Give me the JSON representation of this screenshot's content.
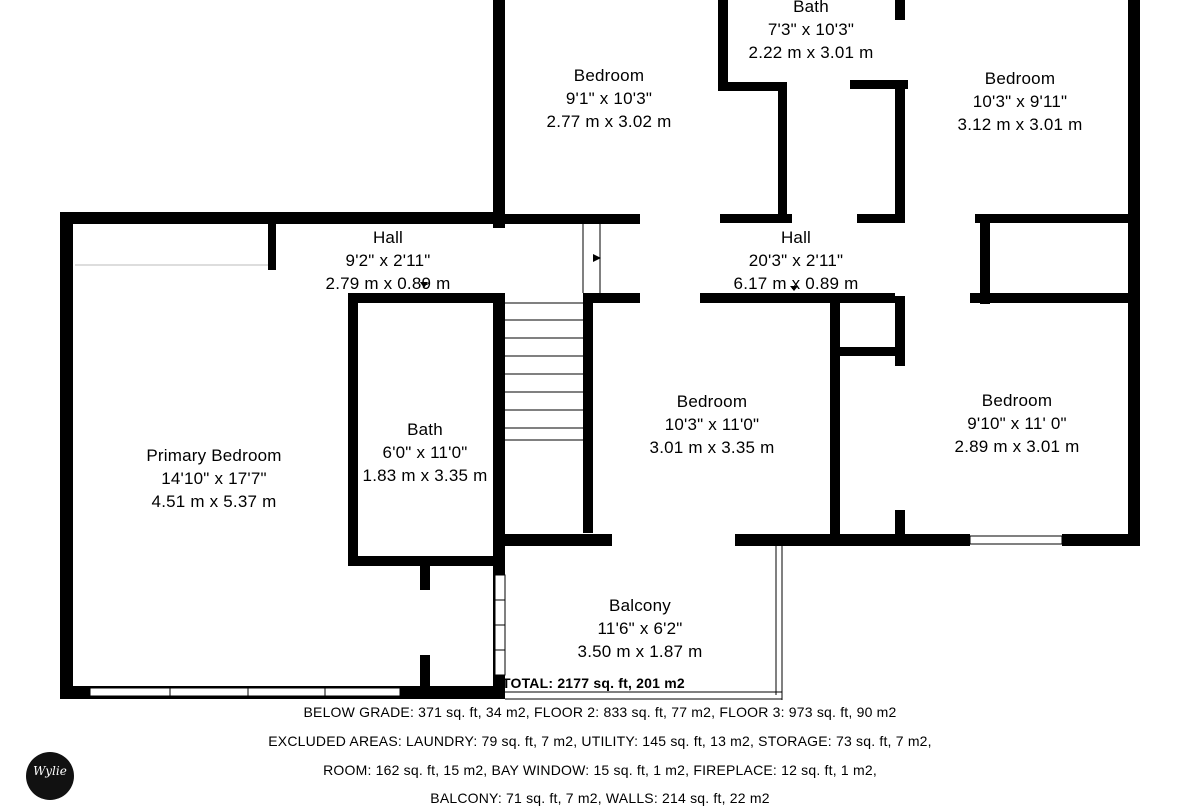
{
  "rooms": {
    "bath_top": {
      "name": "Bath",
      "imperial": "7'3\" x 10'3\"",
      "metric": "2.22 m x 3.01 m"
    },
    "bedroom_top_left": {
      "name": "Bedroom",
      "imperial": "9'1\" x 10'3\"",
      "metric": "2.77 m x 3.02 m"
    },
    "bedroom_top_right": {
      "name": "Bedroom",
      "imperial": "10'3\" x 9'11\"",
      "metric": "3.12 m x 3.01 m"
    },
    "hall_left": {
      "name": "Hall",
      "imperial": "9'2\" x 2'11\"",
      "metric": "2.79 m x 0.89 m"
    },
    "hall_right": {
      "name": "Hall",
      "imperial": "20'3\" x 2'11\"",
      "metric": "6.17 m x 0.89 m"
    },
    "bath_mid": {
      "name": "Bath",
      "imperial": "6'0\" x 11'0\"",
      "metric": "1.83 m x 3.35 m"
    },
    "bedroom_mid": {
      "name": "Bedroom",
      "imperial": "10'3\" x 11'0\"",
      "metric": "3.01 m x 3.35 m"
    },
    "bedroom_mid_right": {
      "name": "Bedroom",
      "imperial": "9'10\" x 11' 0\"",
      "metric": "2.89 m x 3.01 m"
    },
    "primary_bedroom": {
      "name": "Primary Bedroom",
      "imperial": "14'10\" x 17'7\"",
      "metric": "4.51 m x 5.37 m"
    },
    "balcony": {
      "name": "Balcony",
      "imperial": "11'6\" x 6'2\"",
      "metric": "3.50 m x 1.87 m"
    }
  },
  "totals": {
    "total": "TOTAL: 2177 sq. ft, 201 m2",
    "line1": "BELOW GRADE: 371 sq. ft, 34 m2, FLOOR 2: 833 sq. ft, 77 m2, FLOOR 3: 973 sq. ft, 90 m2",
    "line2": "EXCLUDED AREAS: LAUNDRY: 79 sq. ft, 7 m2, UTILITY: 145 sq. ft, 13 m2, STORAGE: 73 sq. ft, 7 m2,",
    "line3": "ROOM: 162 sq. ft, 15 m2, BAY WINDOW: 15 sq. ft, 1 m2, FIREPLACE: 12 sq. ft, 1 m2,",
    "line4": "BALCONY: 71 sq. ft, 7 m2, WALLS: 214 sq. ft, 22 m2"
  },
  "logo": {
    "text": "Wylie"
  }
}
